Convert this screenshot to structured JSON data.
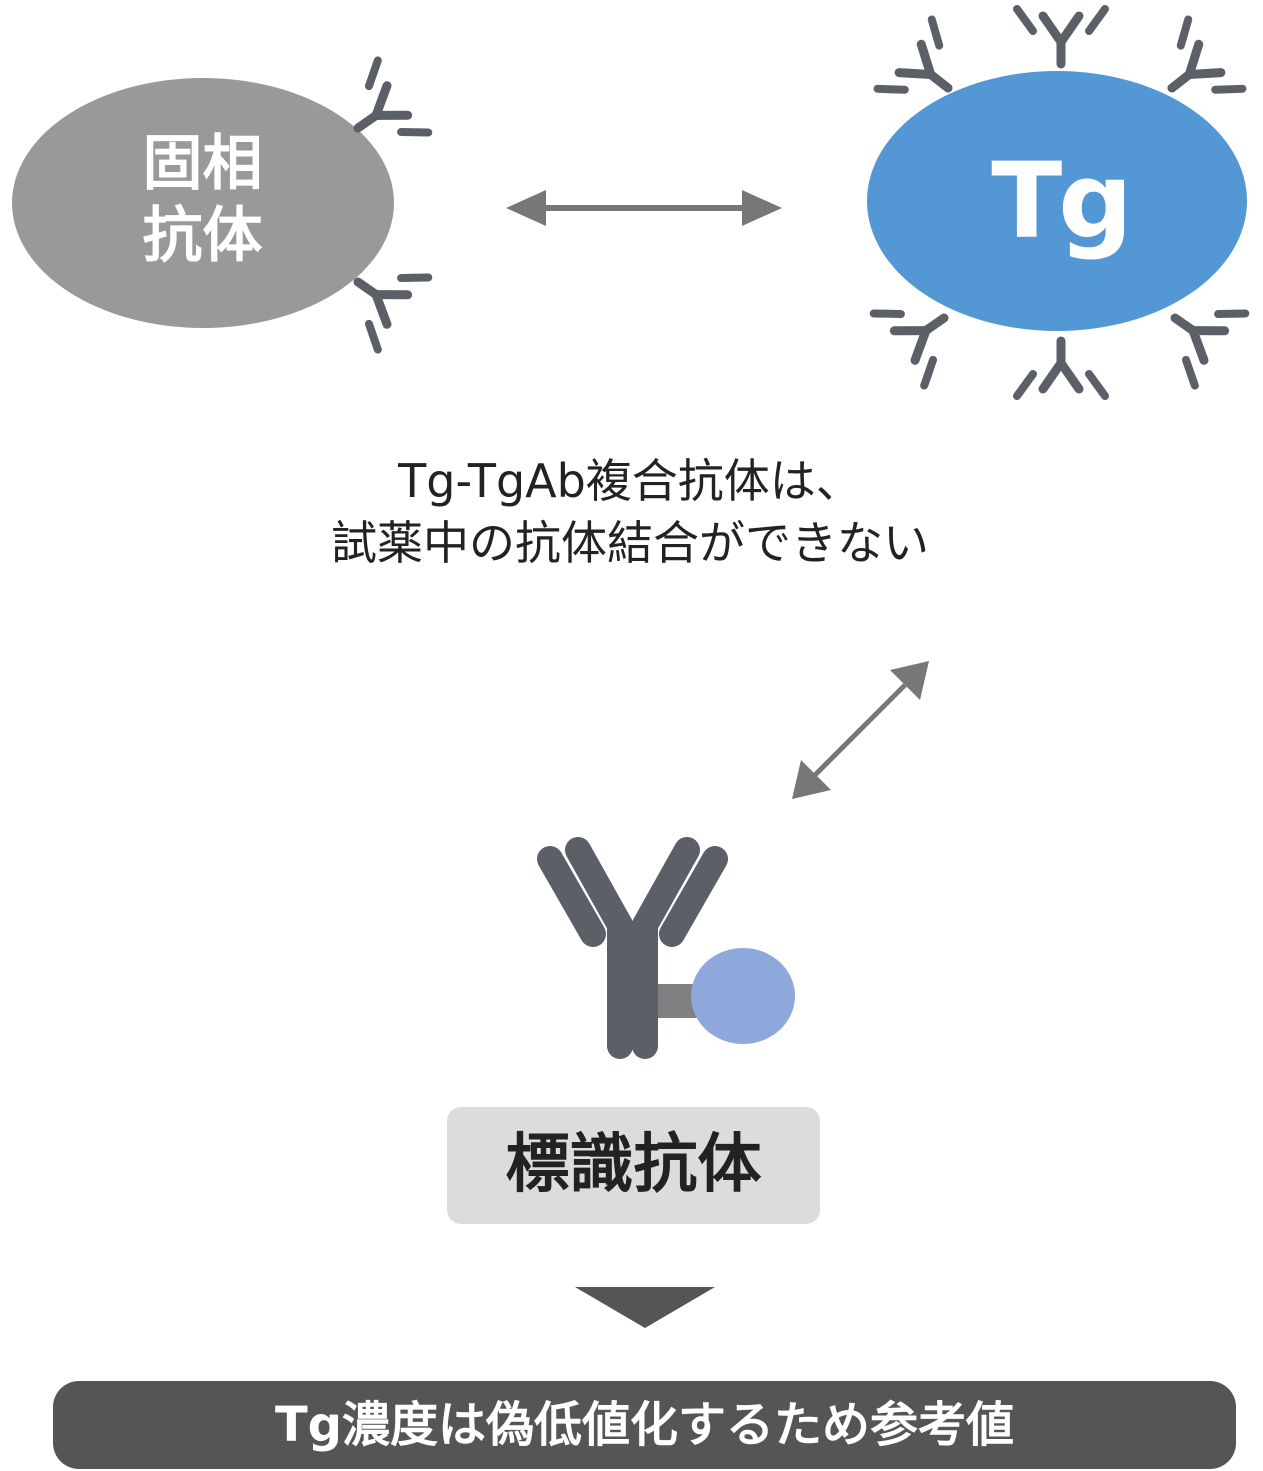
{
  "solid_phase": {
    "label_line1": "固相",
    "label_line2": "抗体",
    "color": "#999999"
  },
  "antigen": {
    "label": "Tg",
    "color": "#5398d4"
  },
  "antibody_color": "#5b5f68",
  "note": {
    "line1": "Tg-TgAb複合抗体は、",
    "line2": "試薬中の抗体結合ができない"
  },
  "labeled_antibody": {
    "label": "標識抗体",
    "marker_color": "#8fa8dc"
  },
  "result": {
    "text": "Tg濃度は偽低値化するため参考値"
  },
  "icons": [
    "double-arrow-icon",
    "antibody-icon",
    "down-triangle-icon"
  ]
}
